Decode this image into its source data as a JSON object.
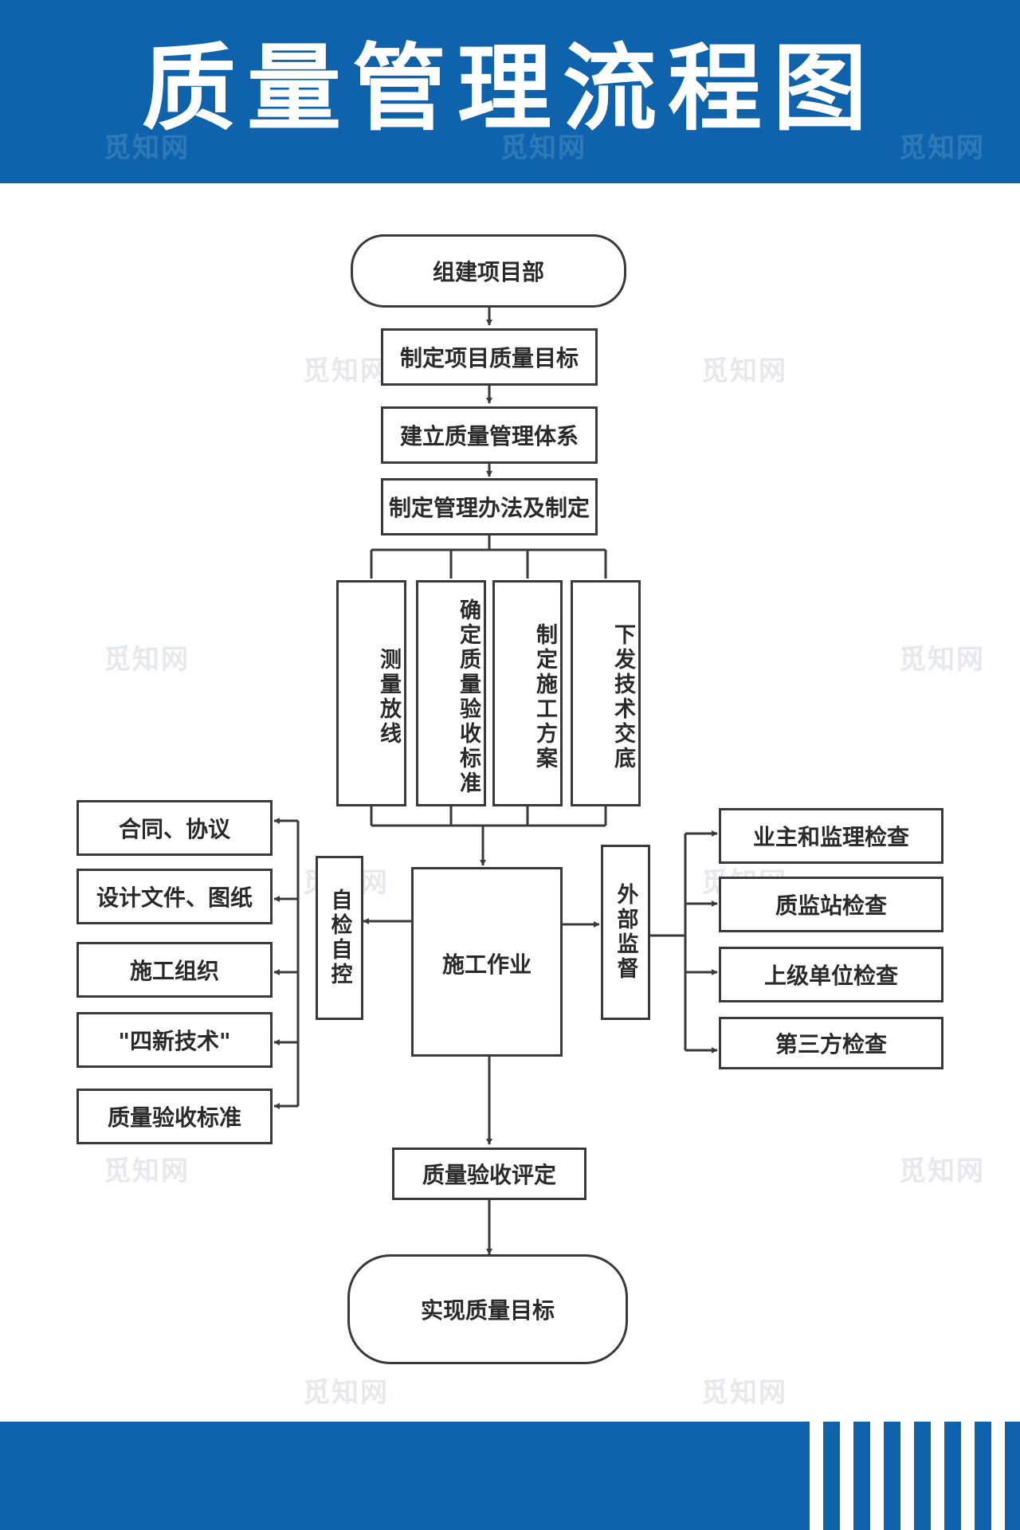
{
  "header": {
    "title": "质量管理流程图"
  },
  "watermark": "觅知网",
  "colors": {
    "brand_blue": "#0f63ad",
    "line": "#3a3a3a"
  },
  "flow": {
    "start": "组建项目部",
    "step1": "制定项目质量目标",
    "step2": "建立质量管理体系",
    "step3": "制定管理办法及制定",
    "branches": [
      "测量放线",
      "确定质量验收标准",
      "制定施工方案",
      "下发技术交底"
    ],
    "center": "施工作业",
    "self_check": "自检自控",
    "external": "外部监督",
    "left_items": [
      "合同、协议",
      "设计文件、图纸",
      "施工组织",
      "\"四新技术\"",
      "质量验收标准"
    ],
    "right_items": [
      "业主和监理检查",
      "质监站检查",
      "上级单位检查",
      "第三方检查"
    ],
    "evaluation": "质量验收评定",
    "end": "实现质量目标"
  }
}
